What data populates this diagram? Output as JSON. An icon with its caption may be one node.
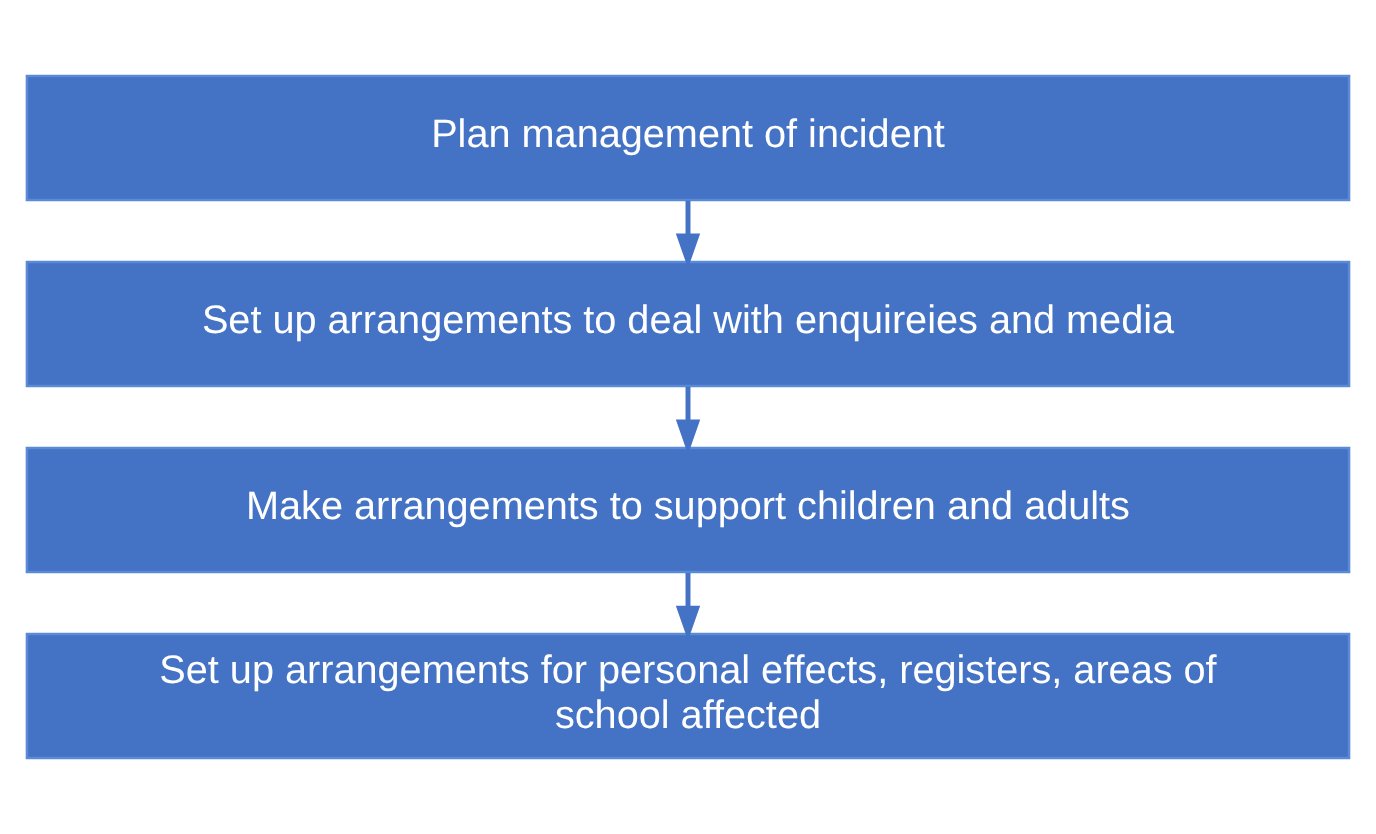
{
  "diagram": {
    "nodes": [
      {
        "text": [
          "Plan management of incident"
        ]
      },
      {
        "text": [
          "Set up arrangements to deal with enquireies and media"
        ]
      },
      {
        "text": [
          "Make arrangements to support children and adults"
        ]
      },
      {
        "text": [
          "Set up arrangements for personal effects, registers, areas of school affected"
        ]
      }
    ],
    "edges": [
      {
        "from": 0,
        "to": 1,
        "arrow": "to"
      },
      {
        "from": 1,
        "to": 2,
        "arrow": "to"
      },
      {
        "from": 2,
        "to": 3,
        "arrow": "to"
      }
    ]
  }
}
